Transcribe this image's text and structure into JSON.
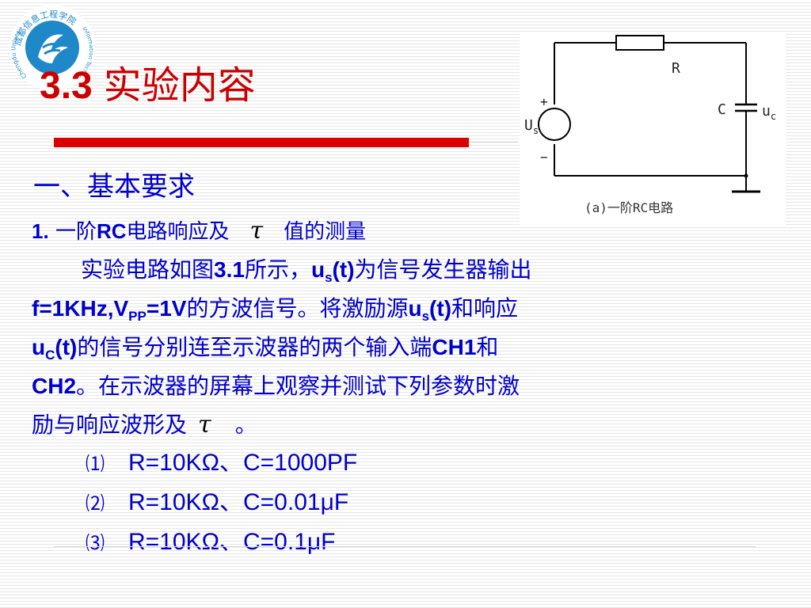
{
  "logo": {
    "arc_text_top": "成都信息工程学院",
    "arc_text_left": "Chengdu University of",
    "arc_text_right": "Information Technology"
  },
  "title": {
    "number": "3.3",
    "text": "实验内容"
  },
  "section_heading": "一、基本要求",
  "subheading": {
    "num": "1.",
    "prefix": "一阶",
    "rc": "RC",
    "middle": "电路响应及",
    "tau": "τ",
    "suffix": "值的测量"
  },
  "paragraph": {
    "p1a": "实验电路如图",
    "p1b": "3.1",
    "p1c": "所示，",
    "u": "u",
    "s": "s",
    "t": "(t)",
    "p1d": "为信号发生器输出",
    "p2a": "f=1KHz,V",
    "pp": "PP",
    "p2b": "=1V",
    "p2c": "的方波信号。将激励源",
    "p2d": "和响应",
    "c": "C",
    "p3a": "的信号分别连至示波器的两个输入端",
    "ch1": "CH1",
    "p3b": "和",
    "ch2": "CH2",
    "p4a": "。在示波器的屏幕上观察并测试下列参数时激",
    "p5a": "励与响应波形及",
    "tau": "τ",
    "p5b": "。"
  },
  "parameters": [
    {
      "marker": "⑴",
      "value": "R=10KΩ、C=1000PF"
    },
    {
      "marker": "⑵",
      "value": "R=10KΩ、C=0.01μF"
    },
    {
      "marker": "⑶",
      "value": "R=10KΩ、C=0.1μF"
    }
  ],
  "circuit": {
    "resistor_label": "R",
    "capacitor_label": "C",
    "uc_u": "u",
    "uc_sub": "c",
    "us_u": "U",
    "us_sub": "s",
    "plus": "+",
    "minus": "−",
    "caption": "(a)一阶RC电路"
  },
  "colors": {
    "title": "#cc0000",
    "text": "#0000cc",
    "bar": "#dd0000",
    "logo": "#1e88c8"
  }
}
